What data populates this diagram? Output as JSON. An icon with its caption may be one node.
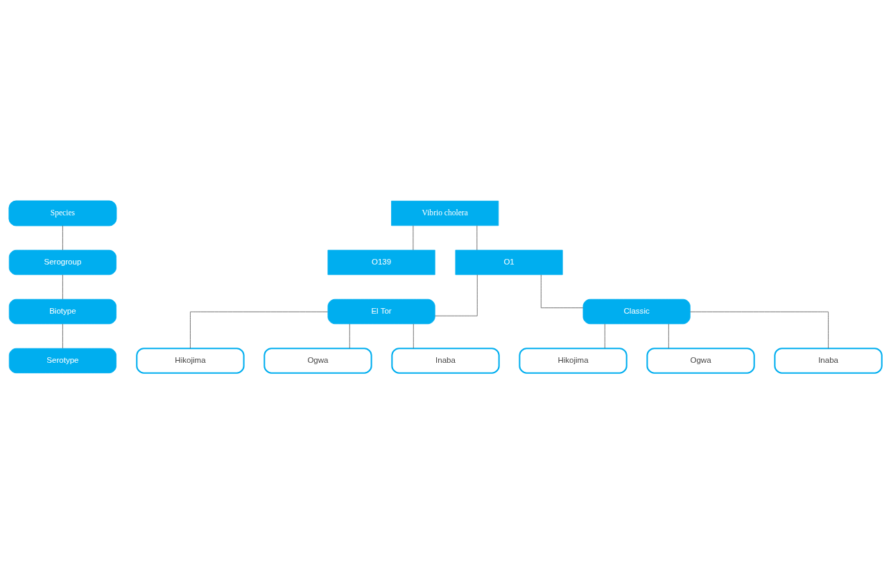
{
  "diagram": {
    "nodes": [
      {
        "text": [
          "Species"
        ]
      },
      {
        "text": [
          "Serogroup"
        ]
      },
      {
        "text": [
          "Biotype"
        ]
      },
      {
        "text": [
          "Serotype"
        ]
      },
      {
        "text": [
          "Vibrio cholera"
        ]
      },
      {
        "text": [
          "O139"
        ]
      },
      {
        "text": [
          "O1"
        ]
      },
      {
        "text": [
          "El Tor"
        ]
      },
      {
        "text": [
          "Classic"
        ]
      },
      {
        "text": [
          "Hikojima"
        ]
      },
      {
        "text": [
          "Ogwa"
        ]
      },
      {
        "text": [
          "Inaba"
        ]
      },
      {
        "text": [
          "Hikojima"
        ]
      },
      {
        "text": [
          "Ogwa"
        ]
      },
      {
        "text": [
          "Inaba"
        ]
      }
    ],
    "edges": [
      {
        "from": 0,
        "to": 1,
        "arrow": "none"
      },
      {
        "from": 1,
        "to": 2,
        "arrow": "none"
      },
      {
        "from": 2,
        "to": 3,
        "arrow": "none"
      },
      {
        "from": 4,
        "to": 5,
        "arrow": "none"
      },
      {
        "from": 4,
        "to": 6,
        "arrow": "none"
      },
      {
        "from": 6,
        "to": 7,
        "arrow": "none"
      },
      {
        "from": 6,
        "to": 8,
        "arrow": "none"
      },
      {
        "from": 7,
        "to": 9,
        "arrow": "none"
      },
      {
        "from": 7,
        "to": 10,
        "arrow": "none"
      },
      {
        "from": 7,
        "to": 11,
        "arrow": "none"
      },
      {
        "from": 8,
        "to": 12,
        "arrow": "none"
      },
      {
        "from": 8,
        "to": 13,
        "arrow": "none"
      },
      {
        "from": 8,
        "to": 14,
        "arrow": "none"
      }
    ]
  }
}
